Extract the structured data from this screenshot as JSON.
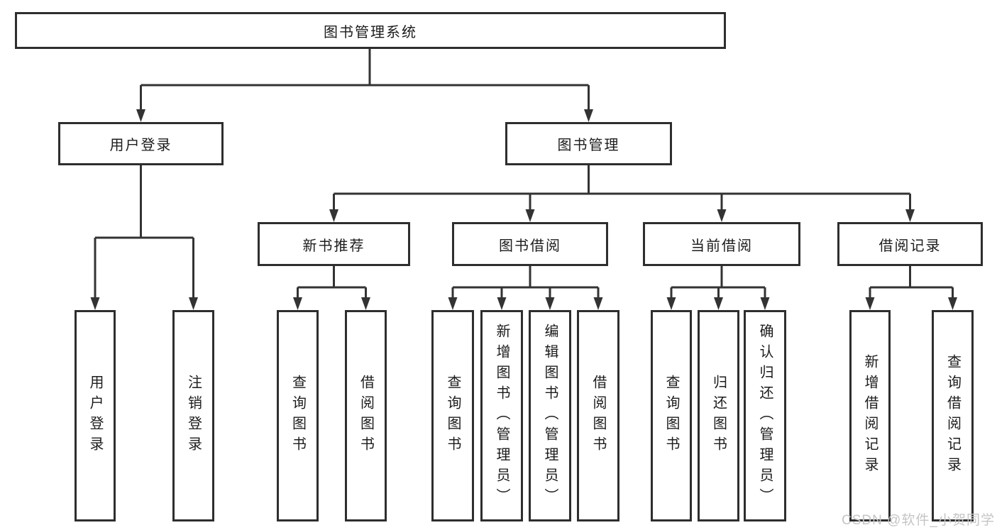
{
  "tree": {
    "label": "图书管理系统",
    "children": [
      {
        "label": "用户登录",
        "children": [
          {
            "label": "用户登录"
          },
          {
            "label": "注销登录"
          }
        ]
      },
      {
        "label": "图书管理",
        "children": [
          {
            "label": "新书推荐",
            "children": [
              {
                "label": "查询图书"
              },
              {
                "label": "借阅图书"
              }
            ]
          },
          {
            "label": "图书借阅",
            "children": [
              {
                "label": "查询图书"
              },
              {
                "label": "新增图书（管理员）"
              },
              {
                "label": "编辑图书（管理员）"
              },
              {
                "label": "借阅图书"
              }
            ]
          },
          {
            "label": "当前借阅",
            "children": [
              {
                "label": "查询图书"
              },
              {
                "label": "归还图书"
              },
              {
                "label": "确认归还（管理员）"
              }
            ]
          },
          {
            "label": "借阅记录",
            "children": [
              {
                "label": "新增借阅记录"
              },
              {
                "label": "查询借阅记录"
              }
            ]
          }
        ]
      }
    ]
  },
  "watermark": "CSDN @软件_小贺同学",
  "colors": {
    "line": "#333333",
    "box_border": "#2e2e2e",
    "text": "#1c1c1c",
    "watermark": "#c5c5c5",
    "background": "#ffffff"
  }
}
